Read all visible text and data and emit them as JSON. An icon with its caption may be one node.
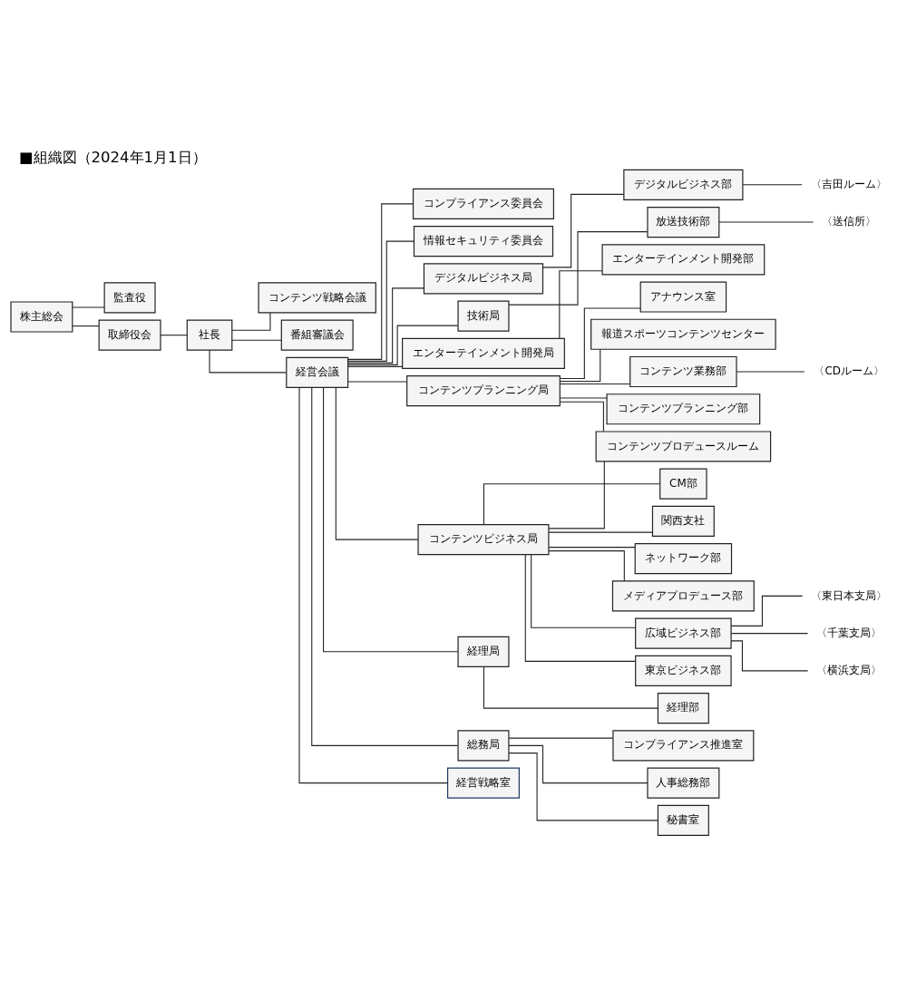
{
  "diagram": {
    "title": "■組織図（2024年1月1日）",
    "nodes": [
      {
        "text": [
          "株主総会"
        ]
      },
      {
        "text": [
          "監査役"
        ]
      },
      {
        "text": [
          "取締役会"
        ]
      },
      {
        "text": [
          "社長"
        ]
      },
      {
        "text": [
          "コンテンツ戦略会議"
        ]
      },
      {
        "text": [
          "番組審議会"
        ]
      },
      {
        "text": [
          "経営会議"
        ]
      },
      {
        "text": [
          "コンプライアンス委員会"
        ]
      },
      {
        "text": [
          "情報セキュリティ委員会"
        ]
      },
      {
        "text": [
          "デジタルビジネス局"
        ]
      },
      {
        "text": [
          "技術局"
        ]
      },
      {
        "text": [
          "エンターテインメント開発局"
        ]
      },
      {
        "text": [
          "コンテンツプランニング局"
        ]
      },
      {
        "text": [
          "コンテンツビジネス局"
        ]
      },
      {
        "text": [
          "経理局"
        ]
      },
      {
        "text": [
          "総務局"
        ]
      },
      {
        "text": [
          "経営戦略室"
        ]
      },
      {
        "text": [
          "デジタルビジネス部"
        ]
      },
      {
        "text": [
          "放送技術部"
        ]
      },
      {
        "text": [
          "エンターテインメント開発部"
        ]
      },
      {
        "text": [
          "アナウンス室"
        ]
      },
      {
        "text": [
          "報道スポーツコンテンツセンター"
        ]
      },
      {
        "text": [
          "コンテンツ業務部"
        ]
      },
      {
        "text": [
          "コンテンツプランニング部"
        ]
      },
      {
        "text": [
          "コンテンツプロデュースルーム"
        ]
      },
      {
        "text": [
          "CM部"
        ]
      },
      {
        "text": [
          "関西支社"
        ]
      },
      {
        "text": [
          "ネットワーク部"
        ]
      },
      {
        "text": [
          "メディアプロデュース部"
        ]
      },
      {
        "text": [
          "広域ビジネス部"
        ]
      },
      {
        "text": [
          "東京ビジネス部"
        ]
      },
      {
        "text": [
          "経理部"
        ]
      },
      {
        "text": [
          "コンプライアンス推進室"
        ]
      },
      {
        "text": [
          "人事総務部"
        ]
      },
      {
        "text": [
          "秘書室"
        ]
      },
      {
        "text": [
          "〈吉田ルーム〉"
        ]
      },
      {
        "text": [
          "〈送信所〉"
        ]
      },
      {
        "text": [
          "〈CDルーム〉"
        ]
      },
      {
        "text": [
          "〈東日本支局〉"
        ]
      },
      {
        "text": [
          "〈千葉支局〉"
        ]
      },
      {
        "text": [
          "〈横浜支局〉"
        ]
      }
    ],
    "edges": [
      {
        "from": 0,
        "to": 2,
        "arrow": "none"
      },
      {
        "from": 0,
        "to": 1,
        "arrow": "none"
      },
      {
        "from": 2,
        "to": 3,
        "arrow": "none"
      },
      {
        "from": 3,
        "to": 6,
        "arrow": "none"
      },
      {
        "from": 3,
        "to": 4,
        "arrow": "none"
      },
      {
        "from": 3,
        "to": 5,
        "arrow": "none"
      },
      {
        "from": 6,
        "to": 7,
        "arrow": "none"
      },
      {
        "from": 6,
        "to": 8,
        "arrow": "none"
      },
      {
        "from": 6,
        "to": 9,
        "arrow": "none"
      },
      {
        "from": 6,
        "to": 10,
        "arrow": "none"
      },
      {
        "from": 6,
        "to": 11,
        "arrow": "none"
      },
      {
        "from": 6,
        "to": 12,
        "arrow": "none"
      },
      {
        "from": 6,
        "to": 13,
        "arrow": "none"
      },
      {
        "from": 6,
        "to": 14,
        "arrow": "none"
      },
      {
        "from": 6,
        "to": 15,
        "arrow": "none"
      },
      {
        "from": 6,
        "to": 16,
        "arrow": "none"
      },
      {
        "from": 9,
        "to": 17,
        "arrow": "none"
      },
      {
        "from": 10,
        "to": 18,
        "arrow": "none"
      },
      {
        "from": 11,
        "to": 19,
        "arrow": "none"
      },
      {
        "from": 12,
        "to": 20,
        "arrow": "none"
      },
      {
        "from": 12,
        "to": 21,
        "arrow": "none"
      },
      {
        "from": 12,
        "to": 22,
        "arrow": "none"
      },
      {
        "from": 12,
        "to": 23,
        "arrow": "none"
      },
      {
        "from": 12,
        "to": 24,
        "arrow": "none"
      },
      {
        "from": 13,
        "to": 24,
        "arrow": "none"
      },
      {
        "from": 13,
        "to": 25,
        "arrow": "none"
      },
      {
        "from": 13,
        "to": 26,
        "arrow": "none"
      },
      {
        "from": 13,
        "to": 27,
        "arrow": "none"
      },
      {
        "from": 13,
        "to": 28,
        "arrow": "none"
      },
      {
        "from": 13,
        "to": 29,
        "arrow": "none"
      },
      {
        "from": 13,
        "to": 30,
        "arrow": "none"
      },
      {
        "from": 14,
        "to": 31,
        "arrow": "none"
      },
      {
        "from": 15,
        "to": 32,
        "arrow": "none"
      },
      {
        "from": 15,
        "to": 33,
        "arrow": "none"
      },
      {
        "from": 15,
        "to": 34,
        "arrow": "none"
      },
      {
        "from": 17,
        "to": 35,
        "arrow": "none"
      },
      {
        "from": 18,
        "to": 36,
        "arrow": "none"
      },
      {
        "from": 22,
        "to": 37,
        "arrow": "none"
      },
      {
        "from": 29,
        "to": 38,
        "arrow": "none"
      },
      {
        "from": 29,
        "to": 39,
        "arrow": "none"
      },
      {
        "from": 29,
        "to": 40,
        "arrow": "none"
      }
    ]
  }
}
